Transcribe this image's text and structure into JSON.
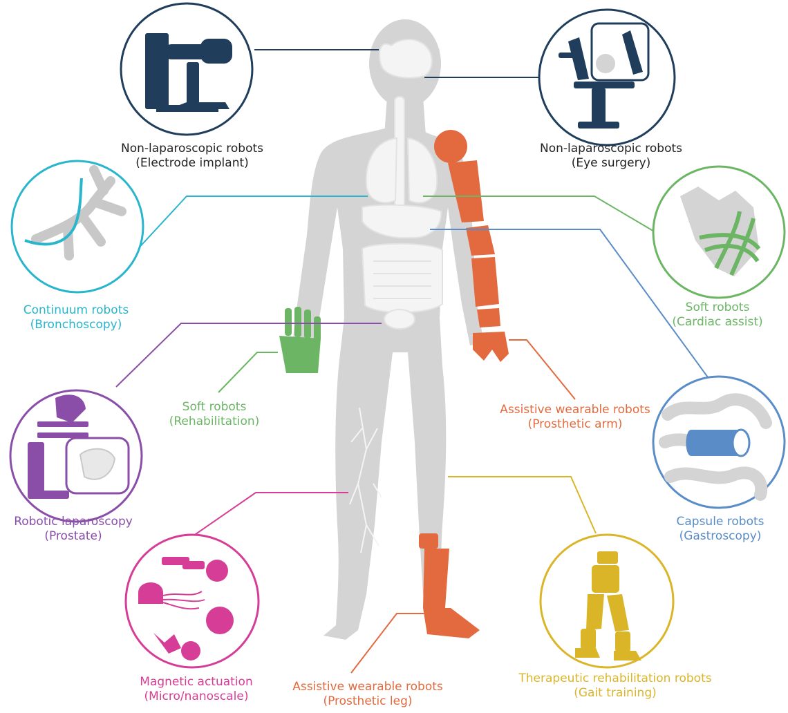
{
  "colors": {
    "body": "#d4d4d4",
    "organ": "#f4f4f4",
    "navy": "#203d5c",
    "cyan": "#29b5cc",
    "green": "#6cb565",
    "purple": "#8a4ea8",
    "orange": "#e26a3e",
    "blue": "#5a8cc7",
    "magenta": "#d63d96",
    "yellow": "#dbb528"
  },
  "categories": [
    {
      "id": "electrode",
      "title": "Non-laparoscopic robots",
      "subtitle": "(Electrode implant)",
      "color": "#222222",
      "icon": "neurosurgery-robot-icon"
    },
    {
      "id": "eye",
      "title": "Non-laparoscopic robots",
      "subtitle": "(Eye surgery)",
      "color": "#222222",
      "icon": "eye-surgery-robot-icon"
    },
    {
      "id": "bronch",
      "title": "Continuum robots",
      "subtitle": "(Bronchoscopy)",
      "color": "#29b5cc",
      "icon": "bronchial-tree-icon"
    },
    {
      "id": "cardiac",
      "title": "Soft robots",
      "subtitle": "(Cardiac assist)",
      "color": "#6cb565",
      "icon": "heart-sleeve-icon"
    },
    {
      "id": "rehab",
      "title": "Soft robots",
      "subtitle": "(Rehabilitation)",
      "color": "#6cb565",
      "icon": "soft-glove-icon"
    },
    {
      "id": "arm",
      "title": "Assistive wearable robots",
      "subtitle": "(Prosthetic arm)",
      "color": "#e26a3e",
      "icon": "prosthetic-arm-icon"
    },
    {
      "id": "prostate",
      "title": "Robotic laparoscopy",
      "subtitle": "(Prostate)",
      "color": "#8a4ea8",
      "icon": "laparoscopy-robot-icon"
    },
    {
      "id": "capsule",
      "title": "Capsule robots",
      "subtitle": "(Gastroscopy)",
      "color": "#5a8cc7",
      "icon": "capsule-intestine-icon"
    },
    {
      "id": "magnetic",
      "title": "Magnetic actuation",
      "subtitle": "(Micro/nanoscale)",
      "color": "#d63d96",
      "icon": "microrobots-icon"
    },
    {
      "id": "leg",
      "title": "Assistive wearable robots",
      "subtitle": "(Prosthetic leg)",
      "color": "#e26a3e",
      "icon": "prosthetic-leg-icon"
    },
    {
      "id": "gait",
      "title": "Therapeutic rehabilitation robots",
      "subtitle": "(Gait training)",
      "color": "#dbb528",
      "icon": "exoskeleton-icon"
    }
  ]
}
